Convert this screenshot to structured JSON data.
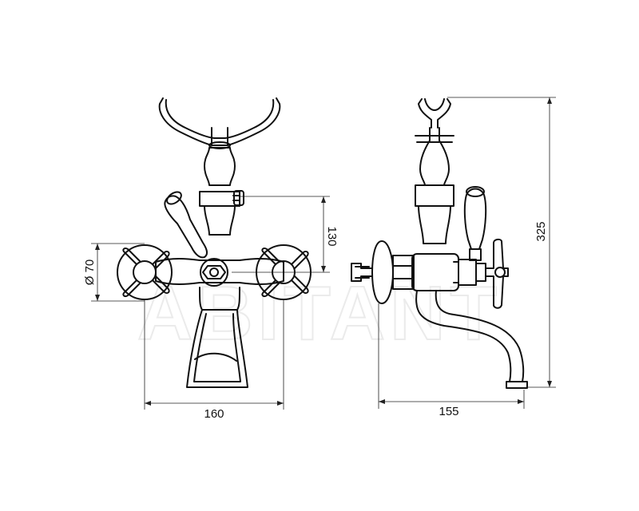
{
  "watermark": "ABITANT",
  "dimensions": {
    "diameter": "Ø 70",
    "height_connection": "130",
    "width_centers": "160",
    "depth": "155",
    "total_height": "325"
  },
  "colors": {
    "line": "#111111",
    "watermark": "#ebebeb",
    "background": "#ffffff"
  }
}
